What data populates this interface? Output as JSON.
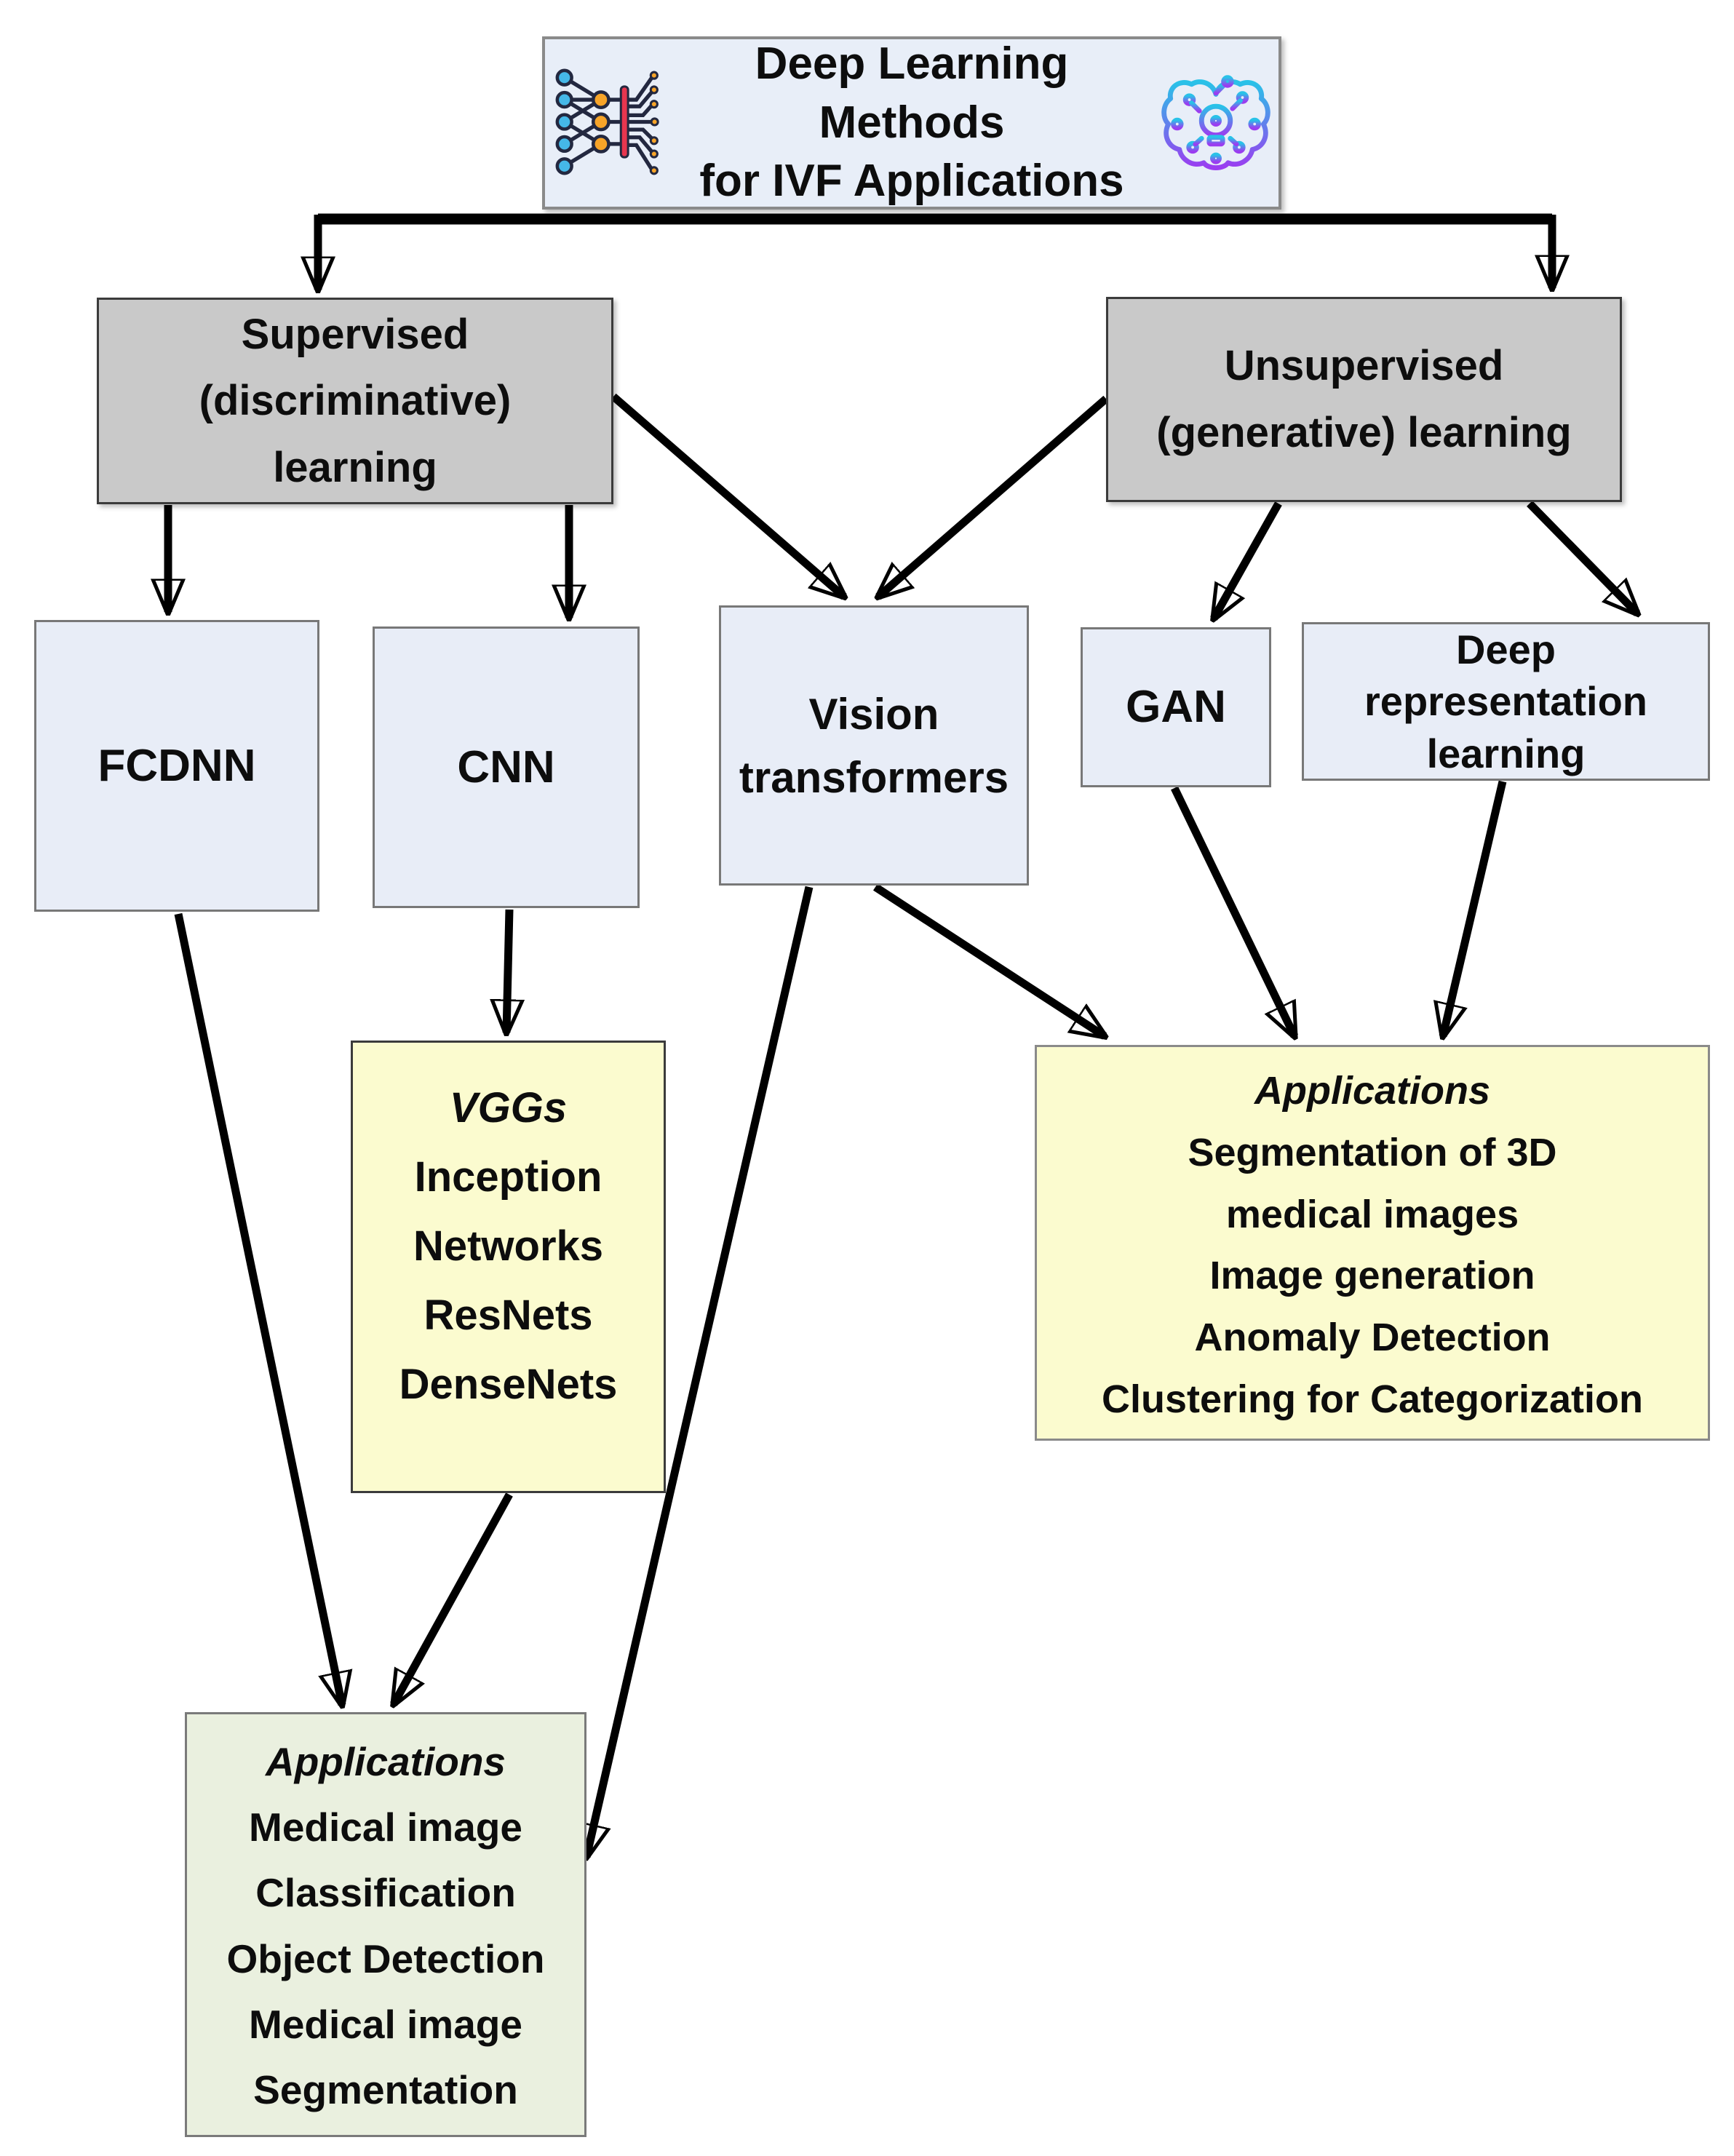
{
  "title": {
    "lines": [
      "Deep Learning Methods",
      "for IVF Applications"
    ]
  },
  "branches": {
    "supervised": {
      "lines": [
        "Supervised",
        "(discriminative)",
        "learning"
      ]
    },
    "unsupervised": {
      "lines": [
        "Unsupervised",
        "(generative) learning"
      ]
    }
  },
  "methods": {
    "fcdnn": {
      "label": "FCDNN"
    },
    "cnn": {
      "label": "CNN"
    },
    "vision_transformers": {
      "lines": [
        "Vision",
        "transformers"
      ]
    },
    "gan": {
      "label": "GAN"
    },
    "deep_representation": {
      "lines": [
        "Deep",
        "representation",
        "learning"
      ]
    }
  },
  "cnn_architectures": {
    "header": "VGGs",
    "items": [
      "Inception",
      "Networks",
      "ResNets",
      "DenseNets"
    ]
  },
  "generative_applications": {
    "header": "Applications",
    "items": [
      "Segmentation of 3D",
      "medical images",
      "Image generation",
      "Anomaly Detection",
      "Clustering for  Categorization"
    ]
  },
  "discriminative_applications": {
    "header": "Applications",
    "items": [
      "Medical image",
      "Classification",
      "Object Detection",
      "Medical image",
      "Segmentation"
    ]
  },
  "icons": {
    "left": "neural-network",
    "right": "brain-circuit"
  },
  "colors": {
    "node_fill_light_blue": "#e8edf7",
    "title_fill": "#e8eef8",
    "branch_fill_gray": "#c9c9c9",
    "detail_fill_yellow": "#fbfbcf",
    "detail_fill_green": "#eaf0df",
    "arrow_black": "#000000",
    "icon_node_blue": "#45b8e8",
    "icon_node_orange": "#f7a428",
    "icon_bar_red": "#e8364f",
    "icon_line_navy": "#232840",
    "brain_gradient_top": "#29c2e8",
    "brain_gradient_bottom": "#9b3df0"
  }
}
